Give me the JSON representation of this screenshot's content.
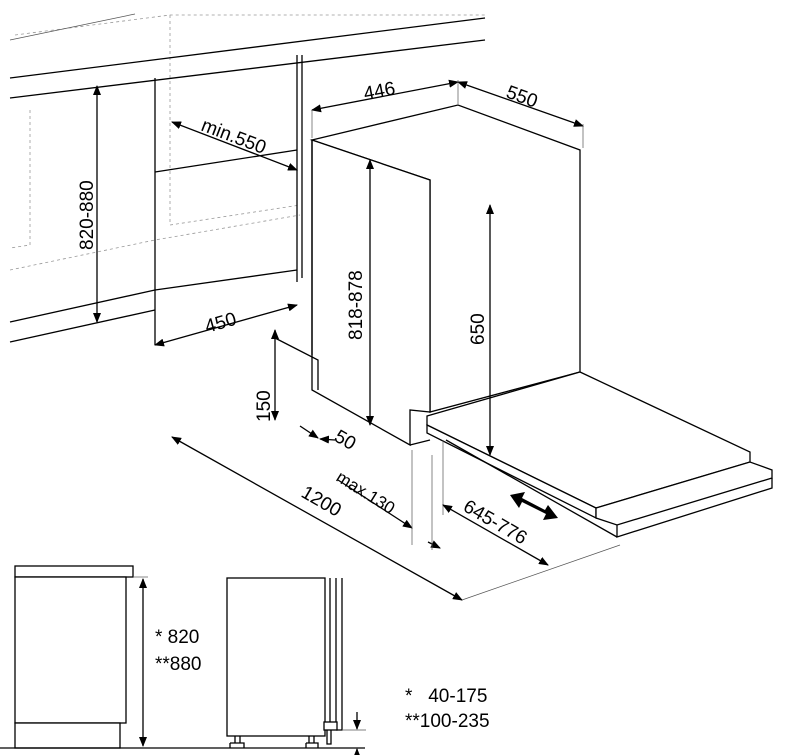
{
  "title": "Built-in dishwasher installation dimensions",
  "dimensions": {
    "cabinet_height": "820-880",
    "min_depth": "min.550",
    "cavity_width": "450",
    "appliance_width": "446",
    "appliance_depth": "550",
    "appliance_height": "818-878",
    "door_height": "650",
    "plinth_height": "150",
    "plinth_offset": "50",
    "door_swing": "1200",
    "max_plinth_depth": "max.130",
    "door_panel_travel": "645-776"
  },
  "side_view": {
    "height_option_1": "* 820",
    "height_option_2": "**880",
    "foot_range_1": "*   40-175",
    "foot_range_2": "**100-235"
  },
  "colors": {
    "line": "#000000",
    "hidden_line": "#999999"
  }
}
